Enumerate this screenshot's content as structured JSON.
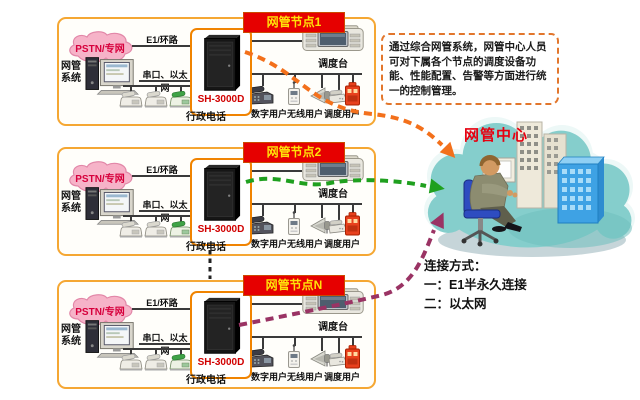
{
  "diagram": {
    "nodes": [
      {
        "title": "网管节点1"
      },
      {
        "title": "网管节点2"
      },
      {
        "title": "网管节点N"
      }
    ],
    "labels": {
      "pstn": "PSTN/专网",
      "e1": "E1/环路",
      "nms": "网管\n系统",
      "serial": "串口、以太网",
      "cabinet": "SH-3000D",
      "console": "调度台",
      "admin": "行政电话",
      "digital": "数字用户",
      "wireless": "无线用户",
      "dispatch": "调度用户"
    },
    "description": "通过综合网管系统，网管中心人员可对下属各个节点的调度设备功能、性能配置、告警等方面进行统一的控制管理。",
    "center_title": "网管中心",
    "connection": {
      "heading": "连接方式：",
      "item1": "一：E1半永久连接",
      "item2": "二：以太网"
    },
    "colors": {
      "node_border": "#F5A733",
      "banner_bg": "#E60000",
      "banner_text": "#FFE10A",
      "arrow_orange": "#F3701B",
      "arrow_green": "#1FA01F",
      "arrow_purple": "#9A3364",
      "center_title_red": "#E60010",
      "cloud_teal": "#85CECC",
      "pstn_pink": "#F6B3C8",
      "sh3000d_red": "#D10000"
    }
  }
}
